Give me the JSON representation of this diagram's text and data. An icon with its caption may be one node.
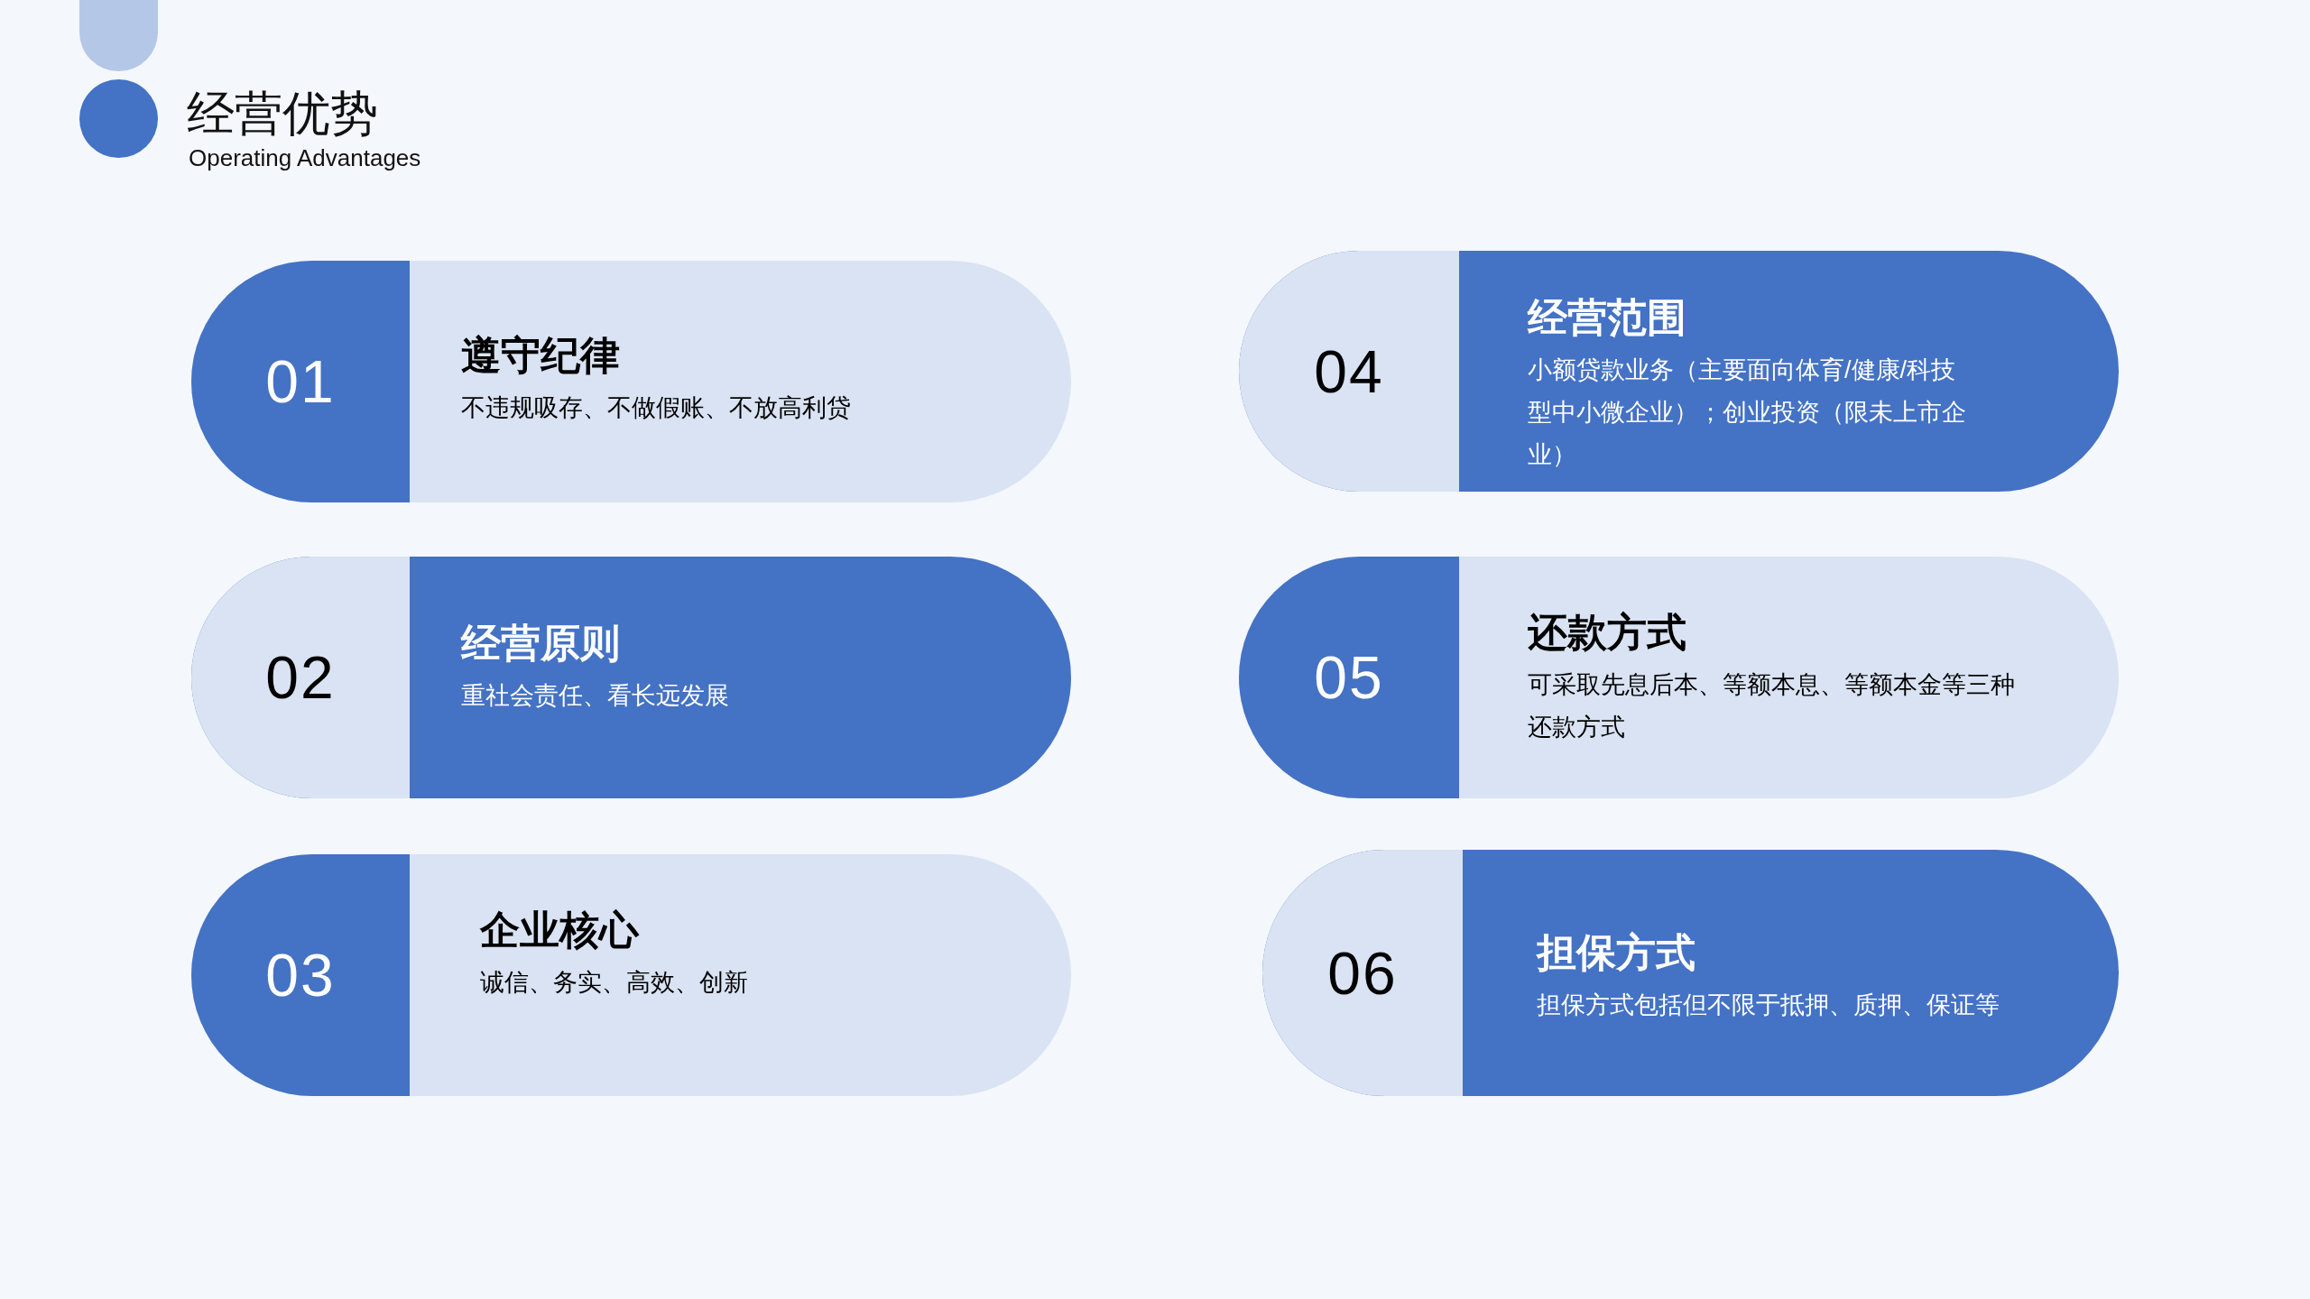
{
  "diagram": {
    "title": "经营优势",
    "nodes": [
      {
        "text": [
          "01",
          "遵守纪律",
          "不违规吸存、不做假账、不放高利贷"
        ]
      },
      {
        "text": [
          "02",
          "经营原则",
          "重社会责任、看长远发展"
        ]
      },
      {
        "text": [
          "03",
          "企业核心",
          "诚信、务实、高效、创新"
        ]
      },
      {
        "text": [
          "04",
          "经营范围",
          "小额贷款业务（主要面向体育/健康/科技型中小微企业）；创业投资（限未上市企业）"
        ]
      },
      {
        "text": [
          "05",
          "还款方式",
          "可采取先息后本、等额本息、等额本金等三种还款方式"
        ]
      },
      {
        "text": [
          "06",
          "担保方式",
          "担保方式包括但不限于抵押、质押、保证等"
        ]
      }
    ],
    "labels": [
      "Operating Advantages"
    ]
  }
}
